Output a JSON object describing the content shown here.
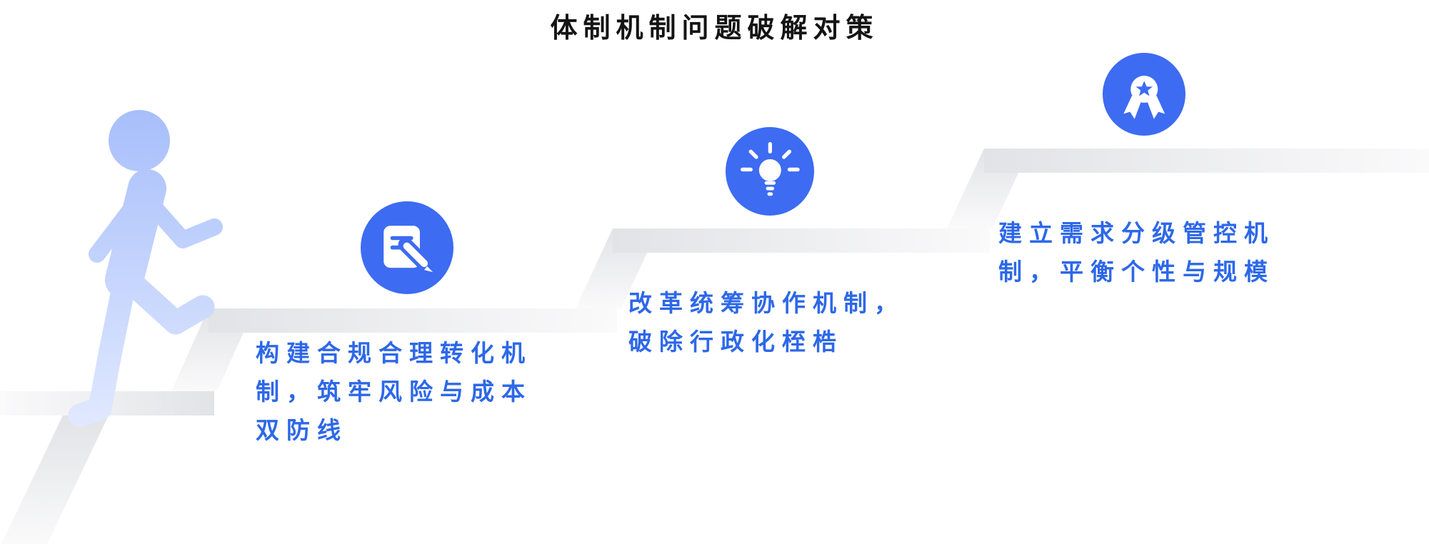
{
  "title": "体制机制问题破解对策",
  "colors": {
    "accent_blue": "#3d6bf2",
    "text_blue": "#2d68e8",
    "title_color": "#141414",
    "stair_dark": "#e2e3e6",
    "stair_light": "#fafafb",
    "figure_top": "#a7befb",
    "figure_bottom": "#e2eafe"
  },
  "figure": {
    "name": "climbing-person"
  },
  "steps": [
    {
      "icon": "document-edit-icon",
      "lines": [
        "构建合规合理转化机",
        "制，筑牢风险与成本",
        "双防线"
      ]
    },
    {
      "icon": "lightbulb-icon",
      "lines": [
        "改革统筹协作机制，",
        "破除行政化桎梏"
      ]
    },
    {
      "icon": "medal-icon",
      "lines": [
        "建立需求分级管控机",
        "制，平衡个性与规模"
      ]
    }
  ]
}
